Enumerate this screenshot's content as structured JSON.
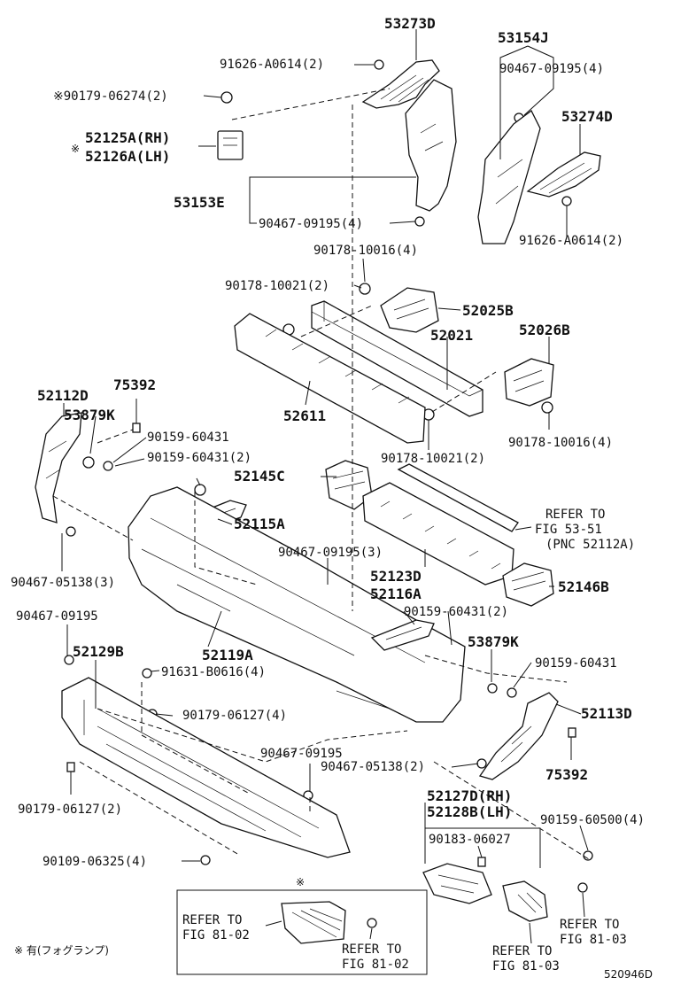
{
  "labels": {
    "p53273D": "53273D",
    "p91626_a": "91626-A0614(2)",
    "p90179_06274": "※90179-06274(2)",
    "p52125A": "52125A(RH)",
    "p52126A": "52126A(LH)",
    "p53153E": "53153E",
    "p90467_09195_4a": "90467-09195(4)",
    "p53154J": "53154J",
    "p90467_09195_4b": "90467-09195(4)",
    "p53274D": "53274D",
    "p91626_b": "91626-A0614(2)",
    "p90178_10016_top": "90178-10016(4)",
    "p90178_10021_top": "90178-10021(2)",
    "p52025B": "52025B",
    "p52021": "52021",
    "p52026B": "52026B",
    "p52611": "52611",
    "p90178_10016_bot": "90178-10016(4)",
    "p90178_10021_bot": "90178-10021(2)",
    "p52112D": "52112D",
    "p75392_top": "75392",
    "p53879K_left": "53879K",
    "p90159_60431_single": "90159-60431",
    "p90159_60431_2a": "90159-60431(2)",
    "p52145C": "52145C",
    "p52115A": "52115A",
    "refer_53_51_line1": "REFER TO",
    "refer_53_51_line2": "FIG 53-51",
    "refer_53_51_line3": "(PNC 52112A)",
    "p90467_09195_3": "90467-09195(3)",
    "p90467_05138_3": "90467-05138(3)",
    "p52123D": "52123D",
    "p52116A": "52116A",
    "p52146B": "52146B",
    "p90159_60431_2b": "90159-60431(2)",
    "p90467_09195_left": "90467-09195",
    "p52119A": "52119A",
    "p53879K_right": "53879K",
    "p90159_60431_right": "90159-60431",
    "p52129B": "52129B",
    "p91631_B0616": "91631-B0616(4)",
    "p90179_06127_4": "90179-06127(4)",
    "p52113D": "52113D",
    "p90467_09195_mid": "90467-09195",
    "p90467_05138_2": "90467-05138(2)",
    "p75392_bot": "75392",
    "p52127D": "52127D(RH)",
    "p52128B": "52128B(LH)",
    "p90179_06127_2": "90179-06127(2)",
    "p90183_06027": "90183-06027",
    "p90159_60500": "90159-60500(4)",
    "p90109_06325": "90109-06325(4)",
    "inset_mark": "※",
    "refer_81_02a_line1": "REFER TO",
    "refer_81_02a_line2": "FIG 81-02",
    "refer_81_02b_line1": "REFER TO",
    "refer_81_02b_line2": "FIG 81-02",
    "refer_81_03a_line1": "REFER TO",
    "refer_81_03a_line2": "FIG 81-03",
    "refer_81_03b_line1": "REFER TO",
    "refer_81_03b_line2": "FIG 81-03",
    "footnote": "※ 有(フォグランプ)",
    "diagram_id": "520946D"
  }
}
